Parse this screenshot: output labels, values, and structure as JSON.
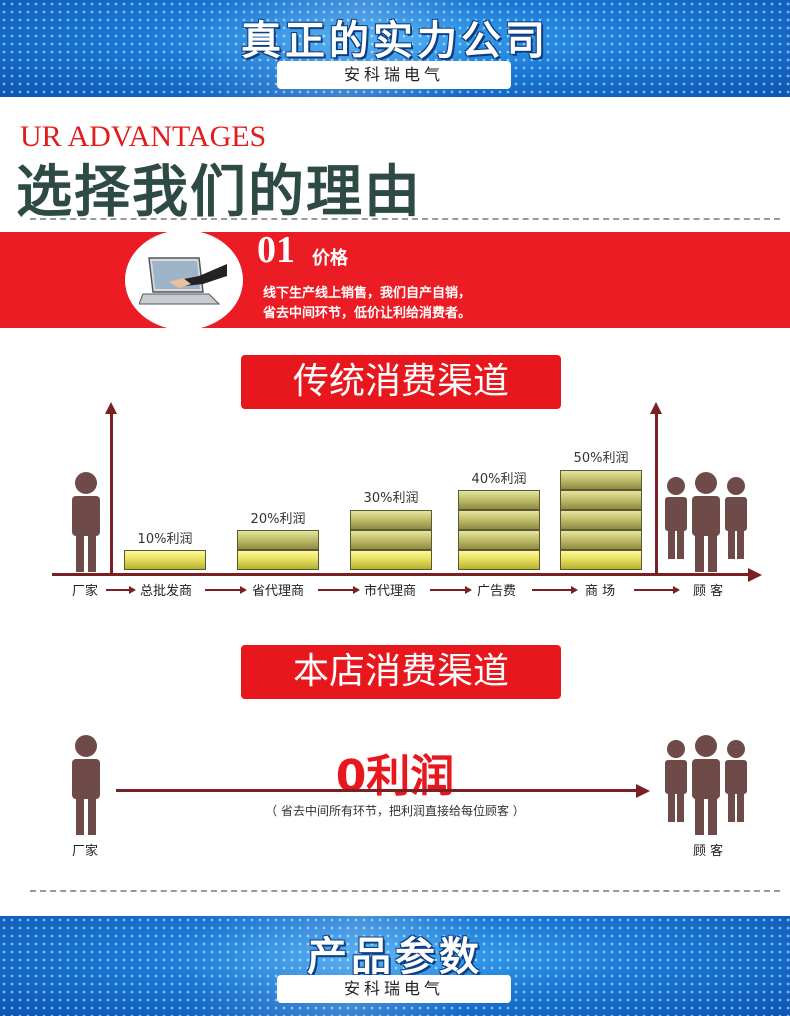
{
  "top_banner": {
    "title": "真正的实力公司",
    "subtitle": "安科瑞电气"
  },
  "advantages": {
    "en_title": "UR ADVANTAGES",
    "cn_title": "选择我们的理由"
  },
  "feature": {
    "number": "01",
    "title": "价格",
    "lines": [
      "线下生产线上销售，我们自产自销，",
      "省去中间环节，低价让利给消费者。"
    ]
  },
  "traditional": {
    "title": "传统消费渠道",
    "profits": [
      "10%利润",
      "20%利润",
      "30%利润",
      "40%利润",
      "50%利润"
    ],
    "flow": [
      "厂家",
      "总批发商",
      "省代理商",
      "市代理商",
      "广告费",
      "商 场",
      "顾 客"
    ]
  },
  "ours": {
    "title": "本店消费渠道",
    "zero_profit": "0利润",
    "note": "（ 省去中间所有环节，把利润直接给每位顾客 ）",
    "left_label": "厂家",
    "right_label": "顾 客"
  },
  "bottom_banner": {
    "title": "产品参数",
    "subtitle": "安科瑞电气"
  },
  "colors": {
    "red": "#e8161d",
    "axis": "#7a1f22",
    "banner_blue": "#1a79d6",
    "heading_green": "#2e4a45"
  }
}
